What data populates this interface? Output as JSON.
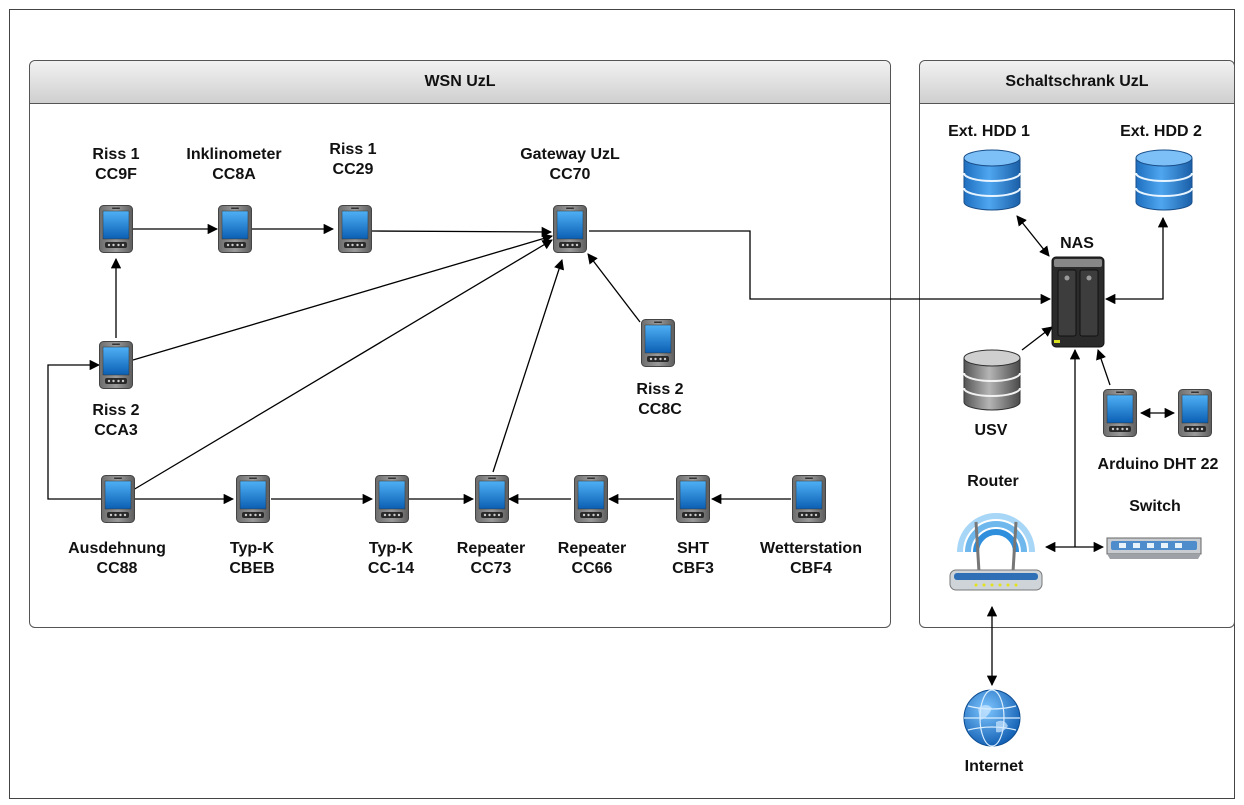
{
  "groups": {
    "wsn": "WSN UzL",
    "schaltschrank": "Schaltschrank UzL"
  },
  "nodes": {
    "riss1_cc9f": {
      "name": "Riss 1",
      "id": "CC9F"
    },
    "inklinometer": {
      "name": "Inklinometer",
      "id": "CC8A"
    },
    "riss1_cc29": {
      "name": "Riss 1",
      "id": "CC29"
    },
    "gateway": {
      "name": "Gateway UzL",
      "id": "CC70"
    },
    "riss2_cc8c": {
      "name": "Riss 2",
      "id": "CC8C"
    },
    "riss2_cca3": {
      "name": "Riss 2",
      "id": "CCA3"
    },
    "ausdehnung": {
      "name": "Ausdehnung",
      "id": "CC88"
    },
    "typk_cbeb": {
      "name": "Typ-K",
      "id": "CBEB"
    },
    "typk_cc14": {
      "name": "Typ-K",
      "id": "CC-14"
    },
    "repeater_cc73": {
      "name": "Repeater",
      "id": "CC73"
    },
    "repeater_cc66": {
      "name": "Repeater",
      "id": "CC66"
    },
    "sht": {
      "name": "SHT",
      "id": "CBF3"
    },
    "wetterstation": {
      "name": "Wetterstation",
      "id": "CBF4"
    }
  },
  "devices": {
    "hdd1": "Ext. HDD 1",
    "hdd2": "Ext. HDD 2",
    "nas": "NAS",
    "usv": "USV",
    "arduino": "Arduino DHT 22",
    "router": "Router",
    "switch": "Switch",
    "internet": "Internet"
  },
  "colors": {
    "device_blue": "#1a73c7",
    "panel_header": "#d6d6d6",
    "line": "#000000"
  },
  "icons": {
    "sensor": "mobile-device-icon",
    "hdd": "database-icon",
    "nas": "nas-server-icon",
    "usv": "ups-database-icon",
    "router": "wifi-router-icon",
    "switch": "network-switch-icon",
    "internet": "globe-icon"
  }
}
